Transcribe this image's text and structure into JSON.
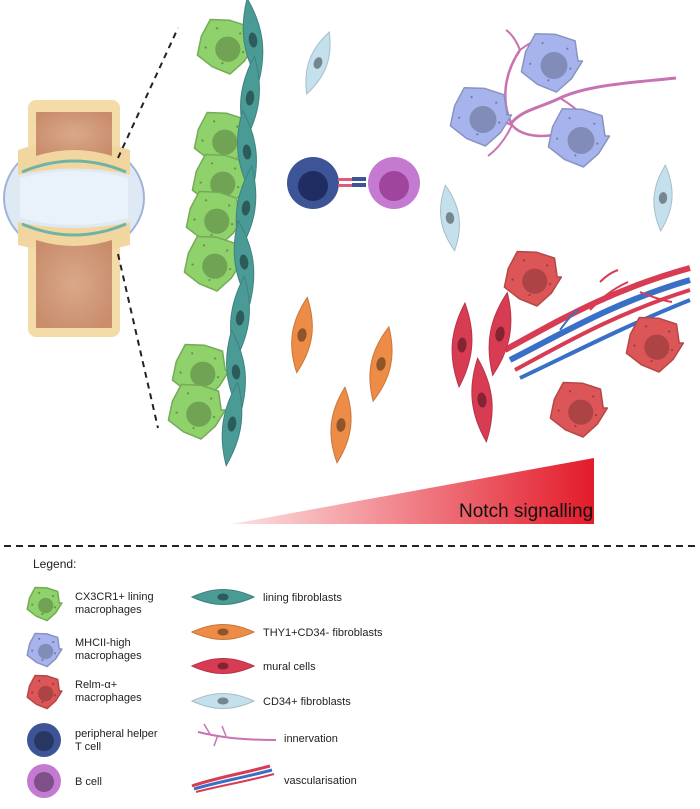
{
  "figure": {
    "gradient_label": "Notch signalling"
  },
  "legend": {
    "title": "Legend:",
    "left_items": [
      {
        "line1": "CX3CR1+ lining",
        "line2": "macrophages",
        "icon": "macrophage-cell-icon",
        "color": "#8fd16a"
      },
      {
        "line1": "MHCII-high",
        "line2": "macrophages",
        "icon": "macrophage-cell-icon",
        "color": "#a7b3ec"
      },
      {
        "line1": "Relm-α+",
        "line2": "macrophages",
        "icon": "macrophage-cell-icon",
        "color": "#dc5658"
      },
      {
        "line1": "peripheral helper",
        "line2": "T cell",
        "icon": "t-cell-icon",
        "color": "#3d5596"
      },
      {
        "line1": "B cell",
        "line2": "",
        "icon": "b-cell-icon",
        "color": "#c47ad0"
      }
    ],
    "right_items": [
      {
        "label": "lining fibroblasts",
        "icon": "spindle-cell-icon",
        "color": "#4a9a96"
      },
      {
        "label": "THY1+CD34- fibroblasts",
        "icon": "spindle-cell-icon",
        "color": "#ec8c46"
      },
      {
        "label": "mural cells",
        "icon": "spindle-cell-icon",
        "color": "#d83c52"
      },
      {
        "label": "CD34+ fibroblasts",
        "icon": "spindle-cell-icon",
        "color": "#c4e0ec"
      },
      {
        "label": "innervation",
        "icon": "nerve-icon",
        "color": "#c873b1"
      },
      {
        "label": "vascularisation",
        "icon": "blood-vessel-icon",
        "color": "#d83c52"
      }
    ]
  }
}
